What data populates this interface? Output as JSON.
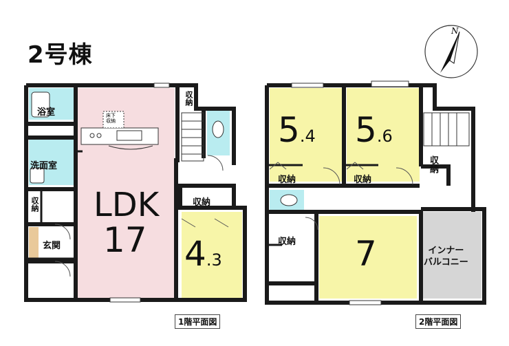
{
  "title": "2号棟",
  "compass": {
    "north_label": "N"
  },
  "floor1": {
    "label": "1階平面図",
    "rooms": {
      "bath": "浴室",
      "washroom": "洗面室",
      "entrance": "玄関",
      "ldk_name": "LDK",
      "ldk_size": "17",
      "underfloor": "床下\n収納",
      "storage_top": "収納",
      "storage_left": "収納",
      "storage_mid": "収納",
      "room_size_main": "4",
      "room_size_sub": ".3"
    }
  },
  "floor2": {
    "label": "2階平面図",
    "rooms": {
      "room_a_main": "5",
      "room_a_sub": ".4",
      "room_b_main": "5",
      "room_b_sub": ".6",
      "room_c": "7",
      "storage_a": "収納",
      "storage_b": "収納",
      "storage_c": "収納",
      "storage_d": "収納",
      "balcony": "インナー\nバルコニー"
    }
  },
  "colors": {
    "wall": "#1a1a1a",
    "ldk": "#f6dde0",
    "room": "#f7f5a8",
    "wet": "#b9ecf0",
    "balcony": "#d6d6d6",
    "entrance_floor": "#f2f2f2"
  }
}
